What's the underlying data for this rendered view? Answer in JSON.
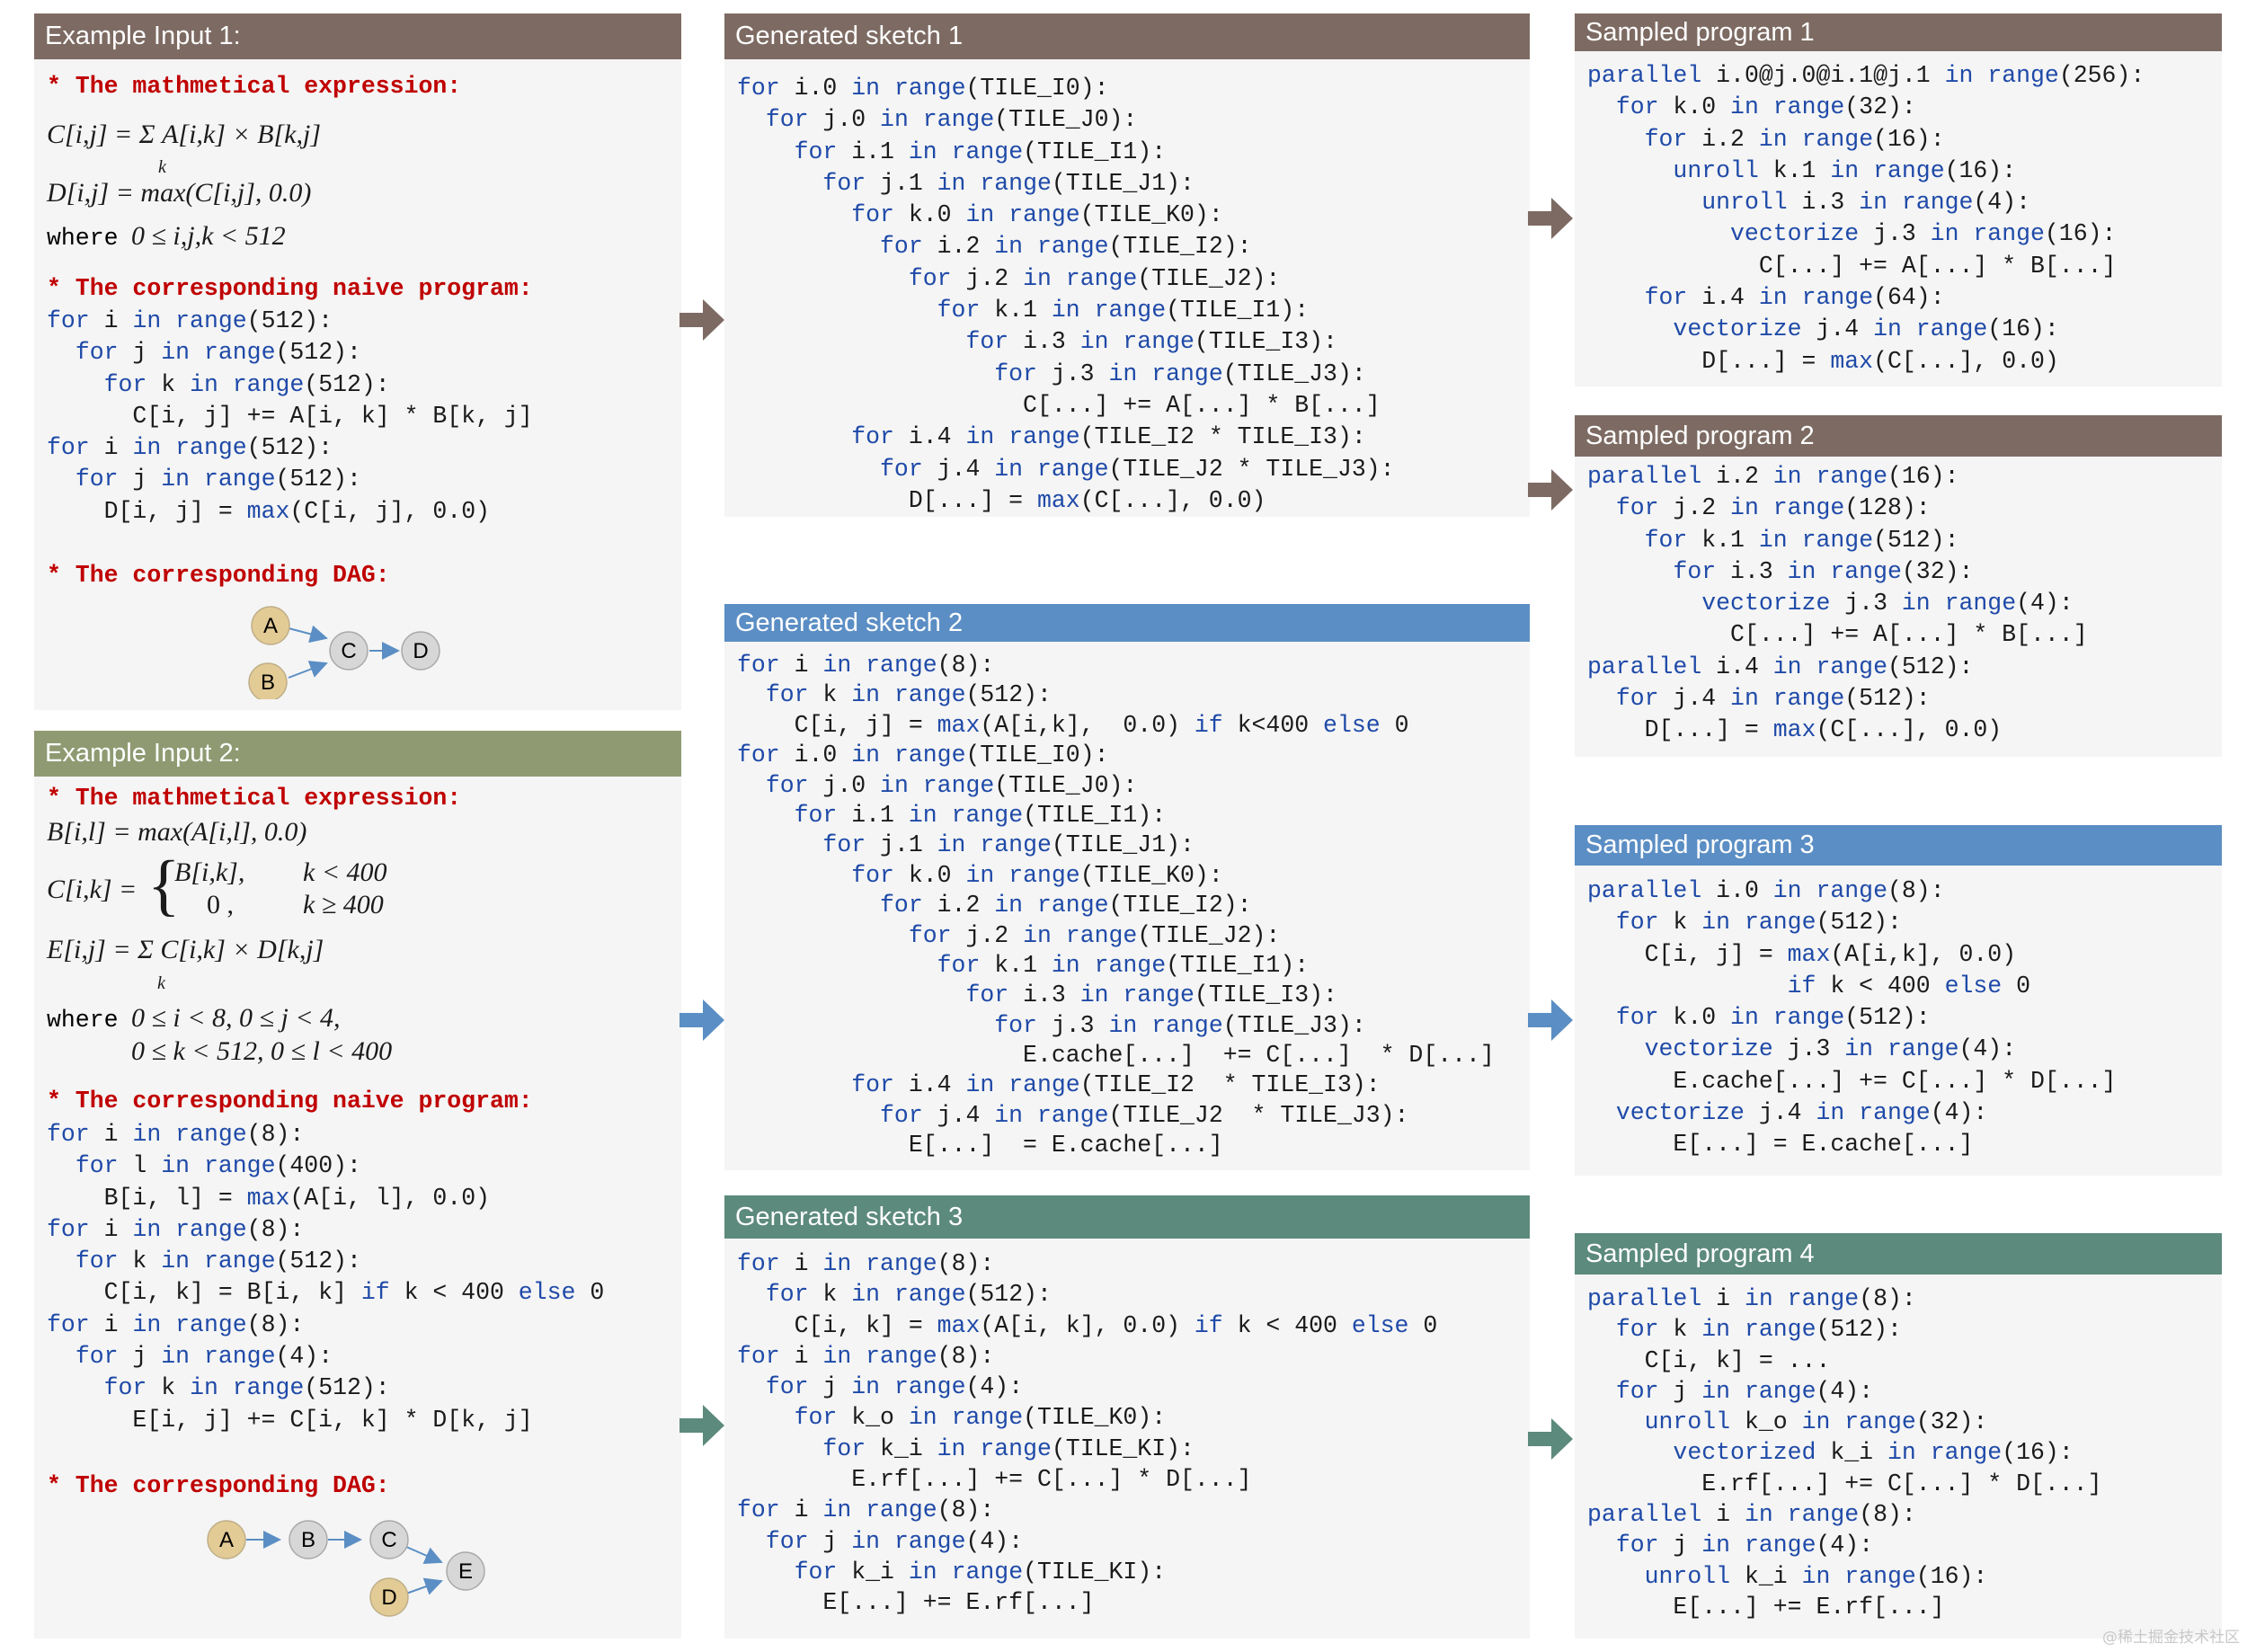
{
  "colors": {
    "brown": "#7d6b63",
    "olive": "#8f9a72",
    "blue": "#5b8ec4",
    "teal": "#5c8a7c",
    "keyword": "#1f4aa8",
    "emphasis": "#c00000",
    "node_tan": "#e3cb96",
    "node_gray": "#d7d7d7"
  },
  "example1": {
    "title": "Example Input 1:",
    "expr_heading": "* The mathmetical expression:",
    "eq1": "C[i,j] = Σ A[i,k] × B[k,j]",
    "eq1_sub": "k",
    "eq2": "D[i,j] = max(C[i,j], 0.0)",
    "where_word": "where",
    "where_expr": "0 ≤ i,j,k < 512",
    "naive_heading": "* The corresponding naive program:",
    "naive_code": [
      "for i in range(512):",
      "  for j in range(512):",
      "    for k in range(512):",
      "      C[i, j] += A[i, k] * B[k, j]",
      "for i in range(512):",
      "  for j in range(512):",
      "    D[i, j] = max(C[i, j], 0.0)"
    ],
    "dag_heading": "* The corresponding DAG:",
    "dag_nodes": [
      "A",
      "B",
      "C",
      "D"
    ]
  },
  "example2": {
    "title": "Example Input 2:",
    "expr_heading": "* The mathmetical expression:",
    "eq1": "B[i,l] = max(A[i,l], 0.0)",
    "eq2_lhs": "C[i,k] =",
    "eq2_case1": "B[i,k],",
    "eq2_cond1": "k < 400",
    "eq2_case2": "0  ,",
    "eq2_cond2": "k ≥ 400",
    "eq3": "E[i,j] = Σ C[i,k] × D[k,j]",
    "eq3_sub": "k",
    "where_word": "where",
    "where_expr1": "0 ≤ i < 8, 0 ≤ j < 4,",
    "where_expr2": "0 ≤ k < 512, 0 ≤ l < 400",
    "naive_heading": "* The corresponding naive program:",
    "naive_code": [
      "for i in range(8):",
      "  for l in range(400):",
      "    B[i, l] = max(A[i, l], 0.0)",
      "for i in range(8):",
      "  for k in range(512):",
      "    C[i, k] = B[i, k] if k < 400 else 0",
      "for i in range(8):",
      "  for j in range(4):",
      "    for k in range(512):",
      "      E[i, j] += C[i, k] * D[k, j]"
    ],
    "dag_heading": "* The corresponding DAG:",
    "dag_nodes": [
      "A",
      "B",
      "C",
      "D",
      "E"
    ]
  },
  "sketch1": {
    "title": "Generated sketch 1",
    "code": [
      "for i.0 in range(TILE_I0):",
      "  for j.0 in range(TILE_J0):",
      "    for i.1 in range(TILE_I1):",
      "      for j.1 in range(TILE_J1):",
      "        for k.0 in range(TILE_K0):",
      "          for i.2 in range(TILE_I2):",
      "            for j.2 in range(TILE_J2):",
      "              for k.1 in range(TILE_I1):",
      "                for i.3 in range(TILE_I3):",
      "                  for j.3 in range(TILE_J3):",
      "                    C[...] += A[...] * B[...]",
      "        for i.4 in range(TILE_I2 * TILE_I3):",
      "          for j.4 in range(TILE_J2 * TILE_J3):",
      "            D[...] = max(C[...], 0.0)"
    ]
  },
  "sketch2": {
    "title": "Generated sketch 2",
    "code": [
      "for i in range(8):",
      "  for k in range(512):",
      "    C[i, j] = max(A[i,k],  0.0) if k<400 else 0",
      "for i.0 in range(TILE_I0):",
      "  for j.0 in range(TILE_J0):",
      "    for i.1 in range(TILE_I1):",
      "      for j.1 in range(TILE_J1):",
      "        for k.0 in range(TILE_K0):",
      "          for i.2 in range(TILE_I2):",
      "            for j.2 in range(TILE_J2):",
      "              for k.1 in range(TILE_I1):",
      "                for i.3 in range(TILE_I3):",
      "                  for j.3 in range(TILE_J3):",
      "                    E.cache[...]  += C[...]  * D[...]",
      "        for i.4 in range(TILE_I2  * TILE_I3):",
      "          for j.4 in range(TILE_J2  * TILE_J3):",
      "            E[...]  = E.cache[...]"
    ]
  },
  "sketch3": {
    "title": "Generated sketch 3",
    "code": [
      "for i in range(8):",
      "  for k in range(512):",
      "    C[i, k] = max(A[i, k], 0.0) if k < 400 else 0",
      "for i in range(8):",
      "  for j in range(4):",
      "    for k_o in range(TILE_K0):",
      "      for k_i in range(TILE_KI):",
      "        E.rf[...] += C[...] * D[...]",
      "for i in range(8):",
      "  for j in range(4):",
      "    for k_i in range(TILE_KI):",
      "      E[...] += E.rf[...]"
    ]
  },
  "program1": {
    "title": "Sampled program 1",
    "code": [
      "parallel i.0@j.0@i.1@j.1 in range(256):",
      "  for k.0 in range(32):",
      "    for i.2 in range(16):",
      "      unroll k.1 in range(16):",
      "        unroll i.3 in range(4):",
      "          vectorize j.3 in range(16):",
      "            C[...] += A[...] * B[...]",
      "    for i.4 in range(64):",
      "      vectorize j.4 in range(16):",
      "        D[...] = max(C[...], 0.0)"
    ]
  },
  "program2": {
    "title": "Sampled program 2",
    "code": [
      "parallel i.2 in range(16):",
      "  for j.2 in range(128):",
      "    for k.1 in range(512):",
      "      for i.3 in range(32):",
      "        vectorize j.3 in range(4):",
      "          C[...] += A[...] * B[...]",
      "parallel i.4 in range(512):",
      "  for j.4 in range(512):",
      "    D[...] = max(C[...], 0.0)"
    ]
  },
  "program3": {
    "title": "Sampled program 3",
    "code": [
      "parallel i.0 in range(8):",
      "  for k in range(512):",
      "    C[i, j] = max(A[i,k], 0.0)",
      "              if k < 400 else 0",
      "  for k.0 in range(512):",
      "    vectorize j.3 in range(4):",
      "      E.cache[...] += C[...] * D[...]",
      "  vectorize j.4 in range(4):",
      "      E[...] = E.cache[...]"
    ]
  },
  "program4": {
    "title": "Sampled  program 4",
    "code": [
      "parallel i in range(8):",
      "  for k in range(512):",
      "    C[i, k] = ...",
      "  for j in range(4):",
      "    unroll k_o in range(32):",
      "      vectorized k_i in range(16):",
      "        E.rf[...] += C[...] * D[...]",
      "parallel i in range(8):",
      "  for j in range(4):",
      "    unroll k_i in range(16):",
      "      E[...] += E.rf[...]"
    ]
  },
  "watermark": "@稀土掘金技术社区"
}
